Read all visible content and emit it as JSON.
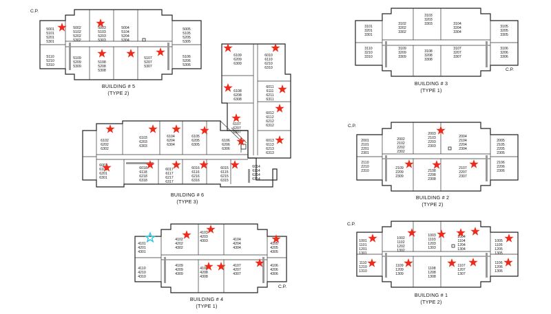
{
  "buildings": [
    {
      "id": "b5",
      "title": "BUILDING # 5",
      "type": "(TYPE 2)",
      "cp": "C.P.",
      "rooms": [
        "5001 5101 5201 5301",
        "5002 5102 5202 5302",
        "5003 5103 5203 5303",
        "5004 5104 5204 5304",
        "5005 5105 5205 5305",
        "5110 5210 5310",
        "5109 5209 5309",
        "5108 5208 5308",
        "5107 5207 5307",
        "5106 5206 5306"
      ]
    },
    {
      "id": "b3",
      "title": "BUILDING # 3",
      "type": "(TYPE 1)",
      "cp": "C.P.",
      "rooms": [
        "3101 3201 3301",
        "3102 3202 3302",
        "3103 3203 3303",
        "3104 3204 3304",
        "3105 3205 3305",
        "3110 3210 3310",
        "3109 3209 3309",
        "3108 3208 3308",
        "3107 3207 3307",
        "3106 3206 3306"
      ]
    },
    {
      "id": "b6",
      "title": "BUILDING # 6",
      "type": "(TYPE 3)",
      "cp": "",
      "rooms": [
        "6109 6209 6309",
        "6010 6110 6210 6310",
        "6108 6208 6308",
        "6011 6111 6211 6311",
        "6012 6112 6212 6312",
        "6107 6207 6307",
        "6102 6202 6302",
        "6103 6203 6303",
        "6104 6204 6304",
        "6105 6205 6305",
        "6106 6206 6306",
        "6013 6113 6213 6313",
        "6001 6101 6201 6301",
        "6018 6118 6218 6318",
        "6017 6117 6217 6317",
        "6016 6116 6216 6316",
        "6015 6115 6215 6315",
        "6014 6114 6214 6314"
      ]
    },
    {
      "id": "b2",
      "title": "BUILDING # 2",
      "type": "(TYPE 2)",
      "cp": "C.P.",
      "rooms": [
        "2001 2101 2201 2301",
        "2002 2102 2202 2302",
        "2003 2103 2203 2303",
        "2004 2104 2204 2304",
        "2005 2105 2205 2305",
        "2110 2210 2310",
        "2109 2209 2309",
        "2108 2208 2308",
        "2107 2207 2307",
        "2106 2206 2306"
      ]
    },
    {
      "id": "b4",
      "title": "BUILDING # 4",
      "type": "(TYPE 1)",
      "cp": "C.P.",
      "rooms": [
        "4101 4201 4301",
        "4102 4202 4302",
        "4103 4203 4303",
        "4104 4204 4304",
        "4105 4205 4305",
        "4110 4210 4310",
        "4109 4209 4309",
        "4108 4208 4308",
        "4107 4207 4307",
        "4106 4206 4306"
      ]
    },
    {
      "id": "b1",
      "title": "BUILDING # 1",
      "type": "(TYPE 2)",
      "cp": "C.P.",
      "rooms": [
        "1001 1101 1201 1301",
        "1002 1102 1202 1302",
        "1003 1103 1203 1303",
        "1004 1104 1204 1304",
        "1005 1105 1205 1305",
        "1110 1210 1310",
        "1109 1209 1309",
        "1108 1208 1308",
        "1107 1207 1307",
        "1106 1206 1306"
      ]
    }
  ],
  "colors": {
    "star": "#ee2a1b",
    "highlight_star": "#1fc3e0",
    "line": "#222222",
    "background": "#ffffff"
  }
}
